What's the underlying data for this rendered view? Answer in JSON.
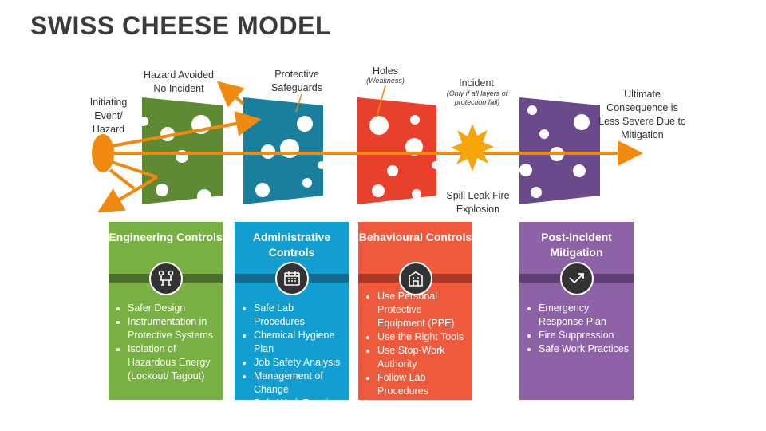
{
  "title": "SWISS CHEESE MODEL",
  "labels": {
    "initiating": "Initiating Event/ Hazard",
    "hazard_avoided": "Hazard Avoided No Incident",
    "protective": "Protective Safeguards",
    "holes": "Holes",
    "holes_sub": "(Weakness)",
    "incident": "Incident",
    "incident_sub": "(Only if all layers of protection fail)",
    "ultimate": "Ultimate Consequence is Less Severe Due to Mitigation",
    "spill": "Spill Leak Fire Explosion"
  },
  "colors": {
    "green": "#5d8a33",
    "teal": "#1a7f9c",
    "red": "#e8402a",
    "purple": "#6b4a8c",
    "orange": "#f0890f"
  },
  "cards": [
    {
      "title": "Engineering Controls",
      "icon": "robot-arm-icon",
      "color": "#79b043",
      "band": "#4d6d2e",
      "items": [
        "Safer Design",
        "Instrumentation in Protective Systems",
        "Isolation of Hazardous Energy (Lockout/ Tagout)"
      ]
    },
    {
      "title": "Administrative Controls",
      "icon": "calendar-icon",
      "color": "#139ed2",
      "band": "#176a8c",
      "items": [
        "Safe Lab Procedures",
        "Chemical Hygiene Plan",
        "Job Safety Analysis",
        "Management of Change",
        "Safe Work Practices"
      ]
    },
    {
      "title": "Behavioural Controls",
      "icon": "building-icon",
      "color": "#f05a3c",
      "band": "#a8382a",
      "items": [
        "Use Personal Protective Equipment (PPE)",
        "Use the Right Tools",
        "Use Stop-Work Authority",
        "Follow Lab Procedures"
      ]
    },
    {
      "title": "Post-Incident Mitigation",
      "icon": "trend-arrow-icon",
      "color": "#8e62a7",
      "band": "#5e3f74",
      "items": [
        "Emergency Response Plan",
        "Fire Suppression",
        "Safe Work Practices"
      ]
    }
  ]
}
